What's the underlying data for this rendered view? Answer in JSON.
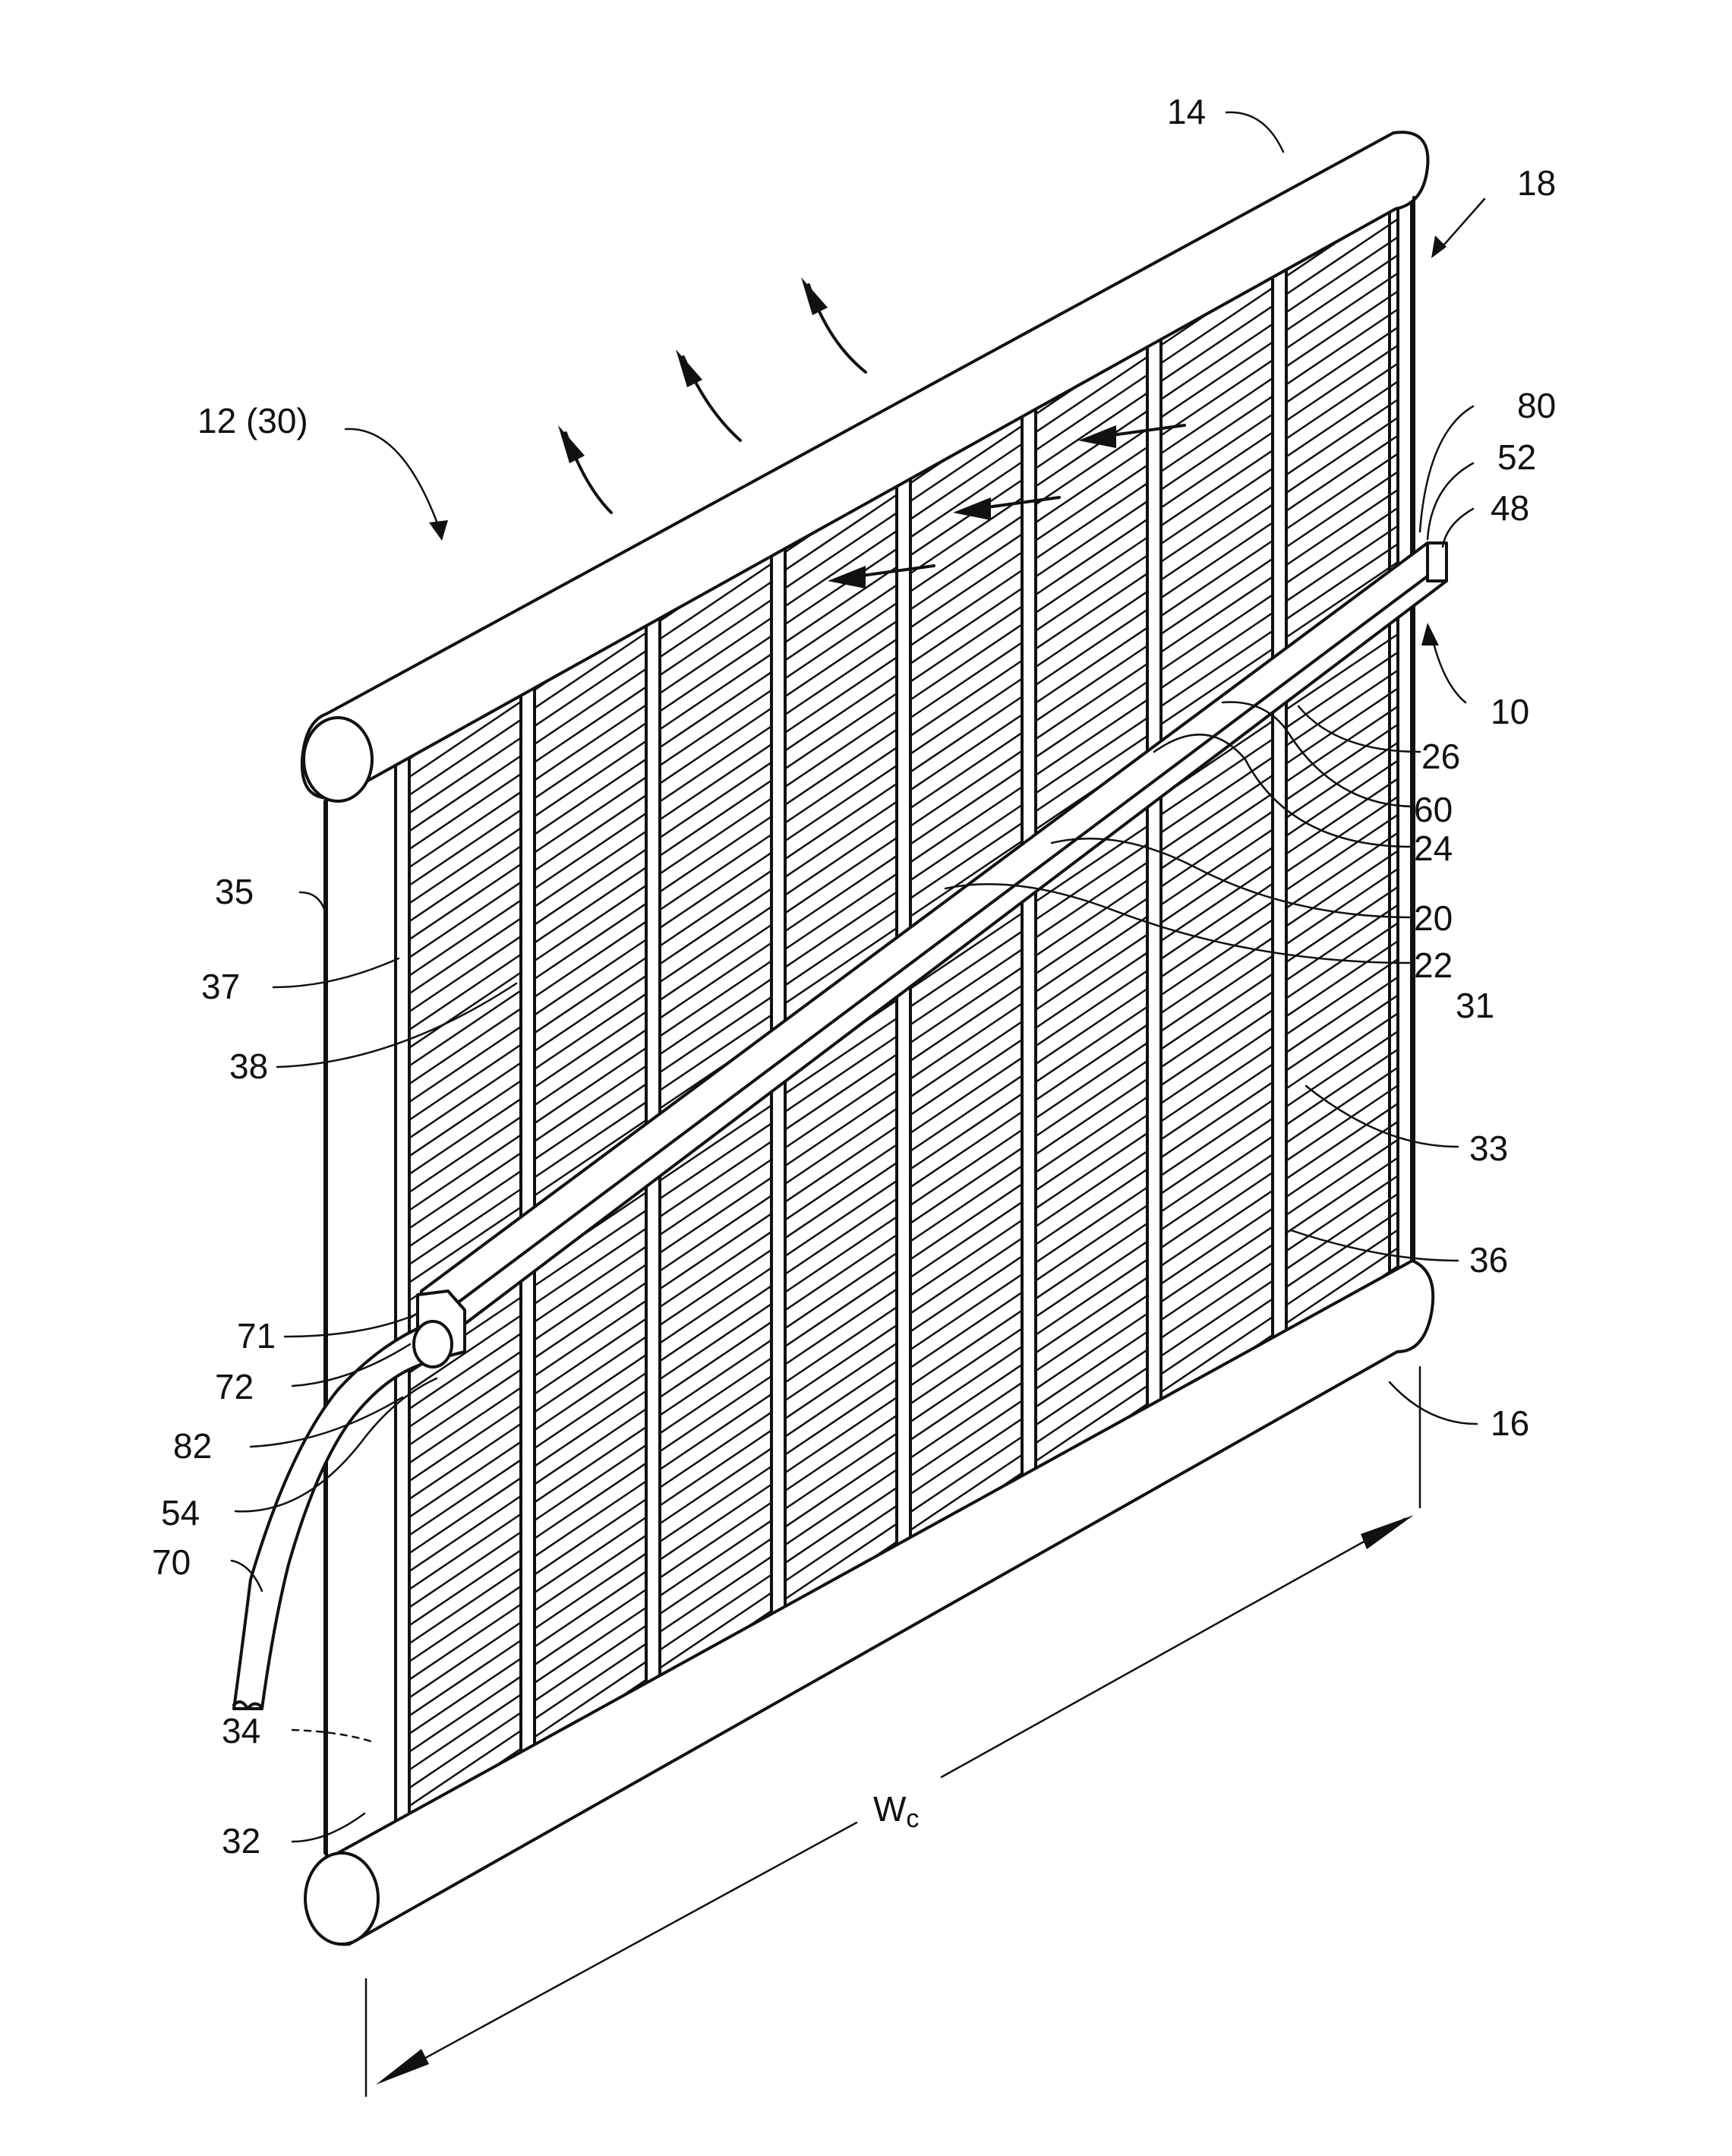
{
  "figure": {
    "labels": [
      {
        "id": "14",
        "text": "14"
      },
      {
        "id": "18",
        "text": "18"
      },
      {
        "id": "12",
        "text": "12 (30)"
      },
      {
        "id": "80",
        "text": "80"
      },
      {
        "id": "52",
        "text": "52"
      },
      {
        "id": "48",
        "text": "48"
      },
      {
        "id": "10",
        "text": "10"
      },
      {
        "id": "26",
        "text": "26"
      },
      {
        "id": "60",
        "text": "60"
      },
      {
        "id": "24",
        "text": "24"
      },
      {
        "id": "20",
        "text": "20"
      },
      {
        "id": "22",
        "text": "22"
      },
      {
        "id": "31",
        "text": "31"
      },
      {
        "id": "33",
        "text": "33"
      },
      {
        "id": "36",
        "text": "36"
      },
      {
        "id": "16",
        "text": "16"
      },
      {
        "id": "35",
        "text": "35"
      },
      {
        "id": "37",
        "text": "37"
      },
      {
        "id": "38",
        "text": "38"
      },
      {
        "id": "71",
        "text": "71"
      },
      {
        "id": "72",
        "text": "72"
      },
      {
        "id": "82",
        "text": "82"
      },
      {
        "id": "54",
        "text": "54"
      },
      {
        "id": "70",
        "text": "70"
      },
      {
        "id": "34",
        "text": "34"
      },
      {
        "id": "32",
        "text": "32"
      }
    ],
    "dimension": {
      "main": "W",
      "sub": "c"
    }
  }
}
